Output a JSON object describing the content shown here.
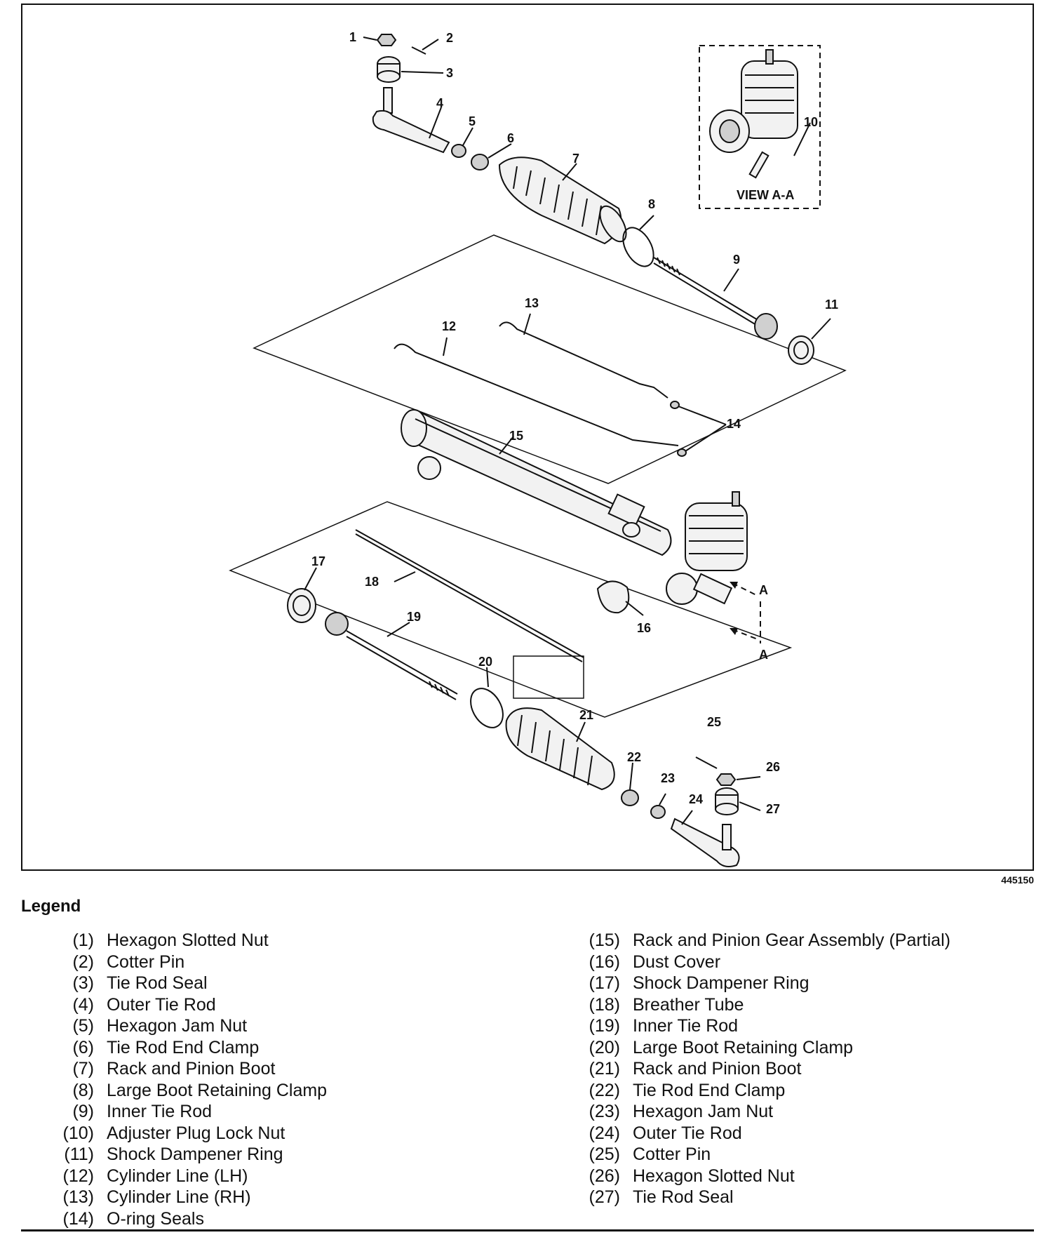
{
  "figure_id": "445150",
  "view_label": "VIEW A-A",
  "section_markers": [
    "A",
    "A"
  ],
  "callouts": [
    "1",
    "2",
    "3",
    "4",
    "5",
    "6",
    "7",
    "8",
    "9",
    "10",
    "11",
    "12",
    "13",
    "14",
    "15",
    "16",
    "17",
    "18",
    "19",
    "20",
    "21",
    "22",
    "23",
    "24",
    "25",
    "26",
    "27"
  ],
  "legend": {
    "title": "Legend",
    "left_items": [
      {
        "num": "(1)",
        "label": "Hexagon Slotted Nut"
      },
      {
        "num": "(2)",
        "label": "Cotter Pin"
      },
      {
        "num": "(3)",
        "label": "Tie Rod Seal"
      },
      {
        "num": "(4)",
        "label": "Outer Tie Rod"
      },
      {
        "num": "(5)",
        "label": "Hexagon Jam Nut"
      },
      {
        "num": "(6)",
        "label": "Tie Rod End Clamp"
      },
      {
        "num": "(7)",
        "label": "Rack and Pinion Boot"
      },
      {
        "num": "(8)",
        "label": "Large Boot Retaining Clamp"
      },
      {
        "num": "(9)",
        "label": "Inner Tie Rod"
      },
      {
        "num": "(10)",
        "label": "Adjuster Plug Lock Nut"
      },
      {
        "num": "(11)",
        "label": "Shock Dampener Ring"
      },
      {
        "num": "(12)",
        "label": "Cylinder Line (LH)"
      },
      {
        "num": "(13)",
        "label": "Cylinder Line (RH)"
      },
      {
        "num": "(14)",
        "label": "O-ring Seals"
      }
    ],
    "right_items": [
      {
        "num": "(15)",
        "label": "Rack and Pinion Gear Assembly (Partial)"
      },
      {
        "num": "(16)",
        "label": "Dust Cover"
      },
      {
        "num": "(17)",
        "label": "Shock Dampener Ring"
      },
      {
        "num": "(18)",
        "label": "Breather Tube"
      },
      {
        "num": "(19)",
        "label": "Inner Tie Rod"
      },
      {
        "num": "(20)",
        "label": "Large Boot Retaining Clamp"
      },
      {
        "num": "(21)",
        "label": "Rack and Pinion Boot"
      },
      {
        "num": "(22)",
        "label": "Tie Rod End Clamp"
      },
      {
        "num": "(23)",
        "label": "Hexagon Jam Nut"
      },
      {
        "num": "(24)",
        "label": "Outer Tie Rod"
      },
      {
        "num": "(25)",
        "label": "Cotter Pin"
      },
      {
        "num": "(26)",
        "label": "Hexagon Slotted Nut"
      },
      {
        "num": "(27)",
        "label": "Tie Rod Seal"
      }
    ]
  }
}
